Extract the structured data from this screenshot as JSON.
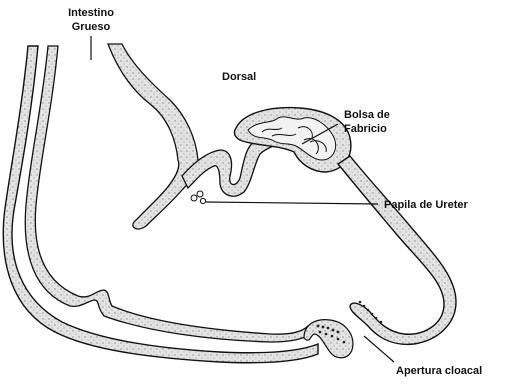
{
  "labels": {
    "intestino_line1": "Intestino",
    "intestino_line2": "Grueso",
    "dorsal": "Dorsal",
    "bolsa_line1": "Bolsa de",
    "bolsa_line2": "Fabricio",
    "papila": "Papila de Ureter",
    "apertura": "Apertura cloacal"
  },
  "colors": {
    "ink": "#111111",
    "tissue_fill": "#dcdcdc",
    "background": "#ffffff"
  }
}
